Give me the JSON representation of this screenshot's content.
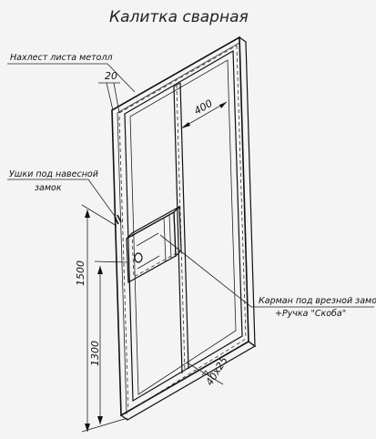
{
  "title": "Калитка сварная",
  "labels": {
    "overlap": "Нахлест листа метолл",
    "lugs_line1": "Ушки под навесной",
    "lugs_line2": "замок",
    "pocket_line1": "Карман под врезной замок",
    "pocket_line2": "+Ручка \"Скоба\""
  },
  "dimensions": {
    "overlap_width": "20",
    "post_spacing": "400",
    "height_upper": "1500",
    "height_lower": "1300",
    "profile": "40x25"
  }
}
